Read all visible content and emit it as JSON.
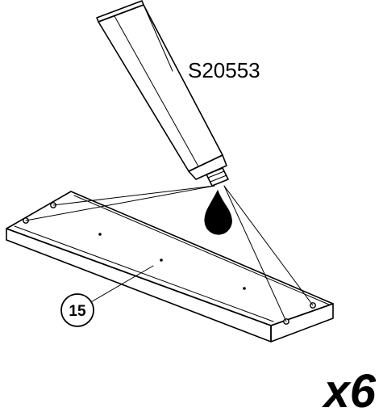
{
  "glue": {
    "part_number": "S20553"
  },
  "board": {
    "callout_number": "15"
  },
  "quantity": "x6",
  "colors": {
    "ink": "#000000",
    "paper": "#ffffff"
  }
}
